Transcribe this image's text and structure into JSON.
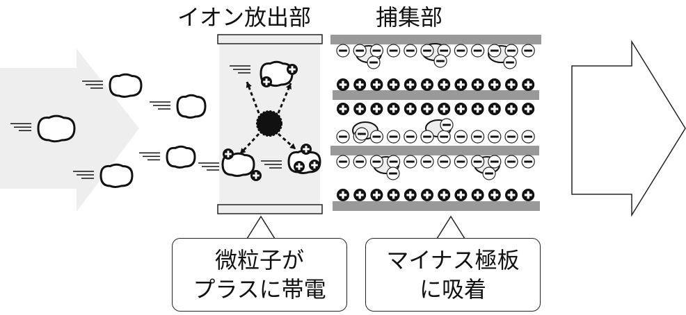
{
  "titles": {
    "ion_emitter": "イオン放出部",
    "collector": "捕集部"
  },
  "callouts": {
    "ion_emitter": [
      "微粒子が",
      "プラスに帯電"
    ],
    "collector": [
      "マイナス極板",
      "に吸着"
    ]
  },
  "symbols": {
    "plus": "+",
    "minus": "−"
  },
  "colors": {
    "inflow_arrow": "#eeeeee",
    "emitter_area": "#efefef",
    "plate": "#999999",
    "outline": "#222222"
  }
}
